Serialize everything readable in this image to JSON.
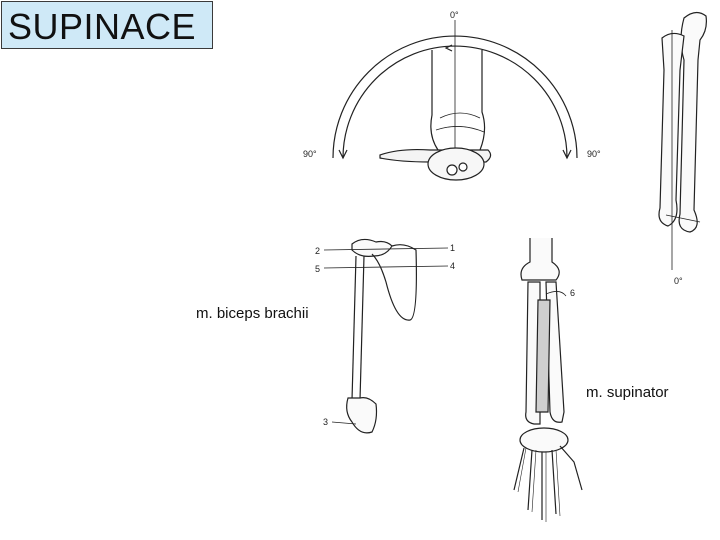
{
  "title": "SUPINACE",
  "rotation_labels": {
    "top": "0°",
    "left": "90°",
    "right": "90°",
    "bottom": "0°"
  },
  "bone_labels": {
    "n1": "1",
    "n2": "2",
    "n3": "3",
    "n4": "4",
    "n5": "5",
    "n6": "6"
  },
  "captions": {
    "biceps": "m. biceps brachii",
    "supinator": "m. supinator"
  }
}
